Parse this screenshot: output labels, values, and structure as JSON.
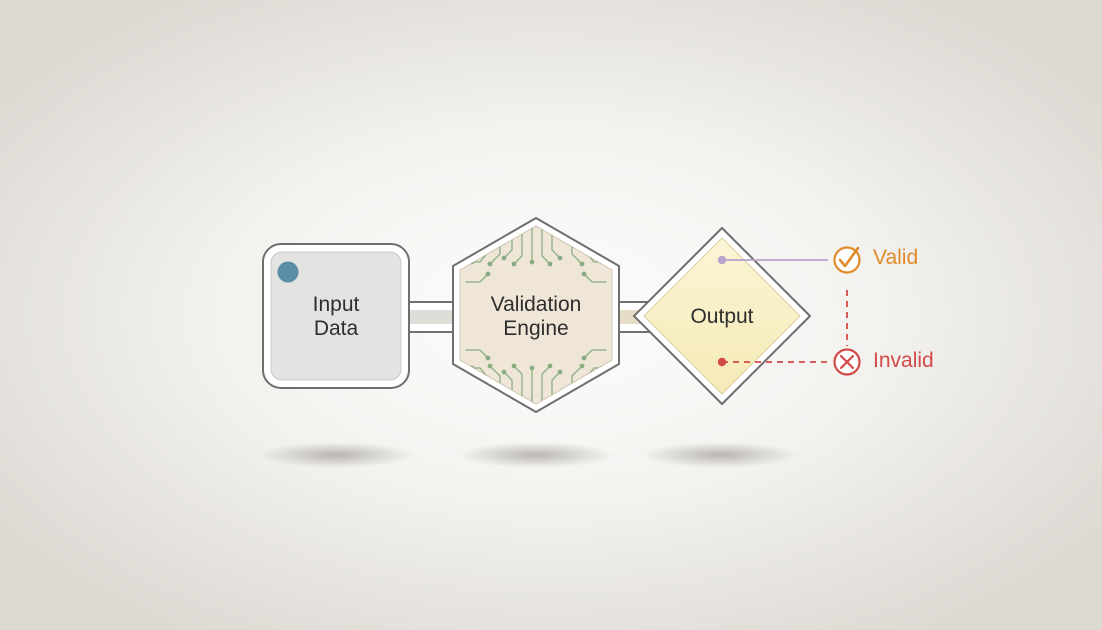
{
  "diagram": {
    "nodes": {
      "input": {
        "line1": "Input",
        "line2": "Data"
      },
      "engine": {
        "line1": "Validation",
        "line2": "Engine"
      },
      "output": {
        "label": "Output"
      }
    },
    "outcomes": {
      "valid": {
        "label": "Valid",
        "icon": "check-circle-icon",
        "color": "#e08a2a"
      },
      "invalid": {
        "label": "Invalid",
        "icon": "x-circle-icon",
        "color": "#d24a48"
      }
    },
    "colors": {
      "input_fill": "#e3e3e2",
      "input_dot": "#5a8ea7",
      "engine_fill": "#efe6d8",
      "circuit": "#8aae82",
      "output_fill": "#f7efc4",
      "valid_connector": "#b8a3cc",
      "outline": "#6e6e6e"
    }
  }
}
